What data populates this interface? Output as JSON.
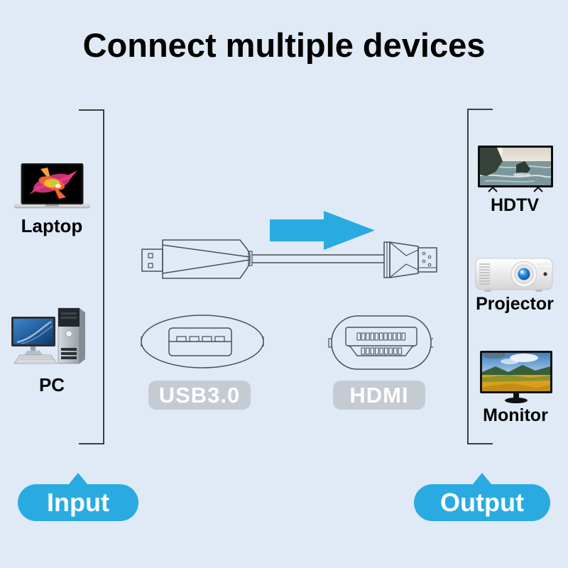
{
  "title": "Connect multiple devices",
  "colors": {
    "background": "#DFEAF6",
    "accent_blue": "#29ABE2",
    "badge_gray": "#C5CBD2",
    "text_black": "#000000",
    "badge_text_white": "#FFFFFF",
    "bracket_line": "#3F3F3F",
    "drawing_outline": "#4A4F54"
  },
  "input_section": {
    "badge_label": "Input",
    "bracket_icon": "left-bracket",
    "devices": [
      {
        "label": "Laptop",
        "icon": "laptop-image"
      },
      {
        "label": "PC",
        "icon": "pc-image"
      }
    ]
  },
  "output_section": {
    "badge_label": "Output",
    "bracket_icon": "right-bracket",
    "devices": [
      {
        "label": "HDTV",
        "icon": "hdtv-image"
      },
      {
        "label": "Projector",
        "icon": "projector-image"
      },
      {
        "label": "Monitor",
        "icon": "monitor-image"
      }
    ]
  },
  "adapter": {
    "drawing_icon": "usb-to-hdmi-adapter-drawing",
    "direction_icon": "right-arrow-icon",
    "connectors": [
      {
        "label": "USB3.0",
        "icon": "usb-a-port-icon"
      },
      {
        "label": "HDMI",
        "icon": "hdmi-port-icon"
      }
    ]
  }
}
